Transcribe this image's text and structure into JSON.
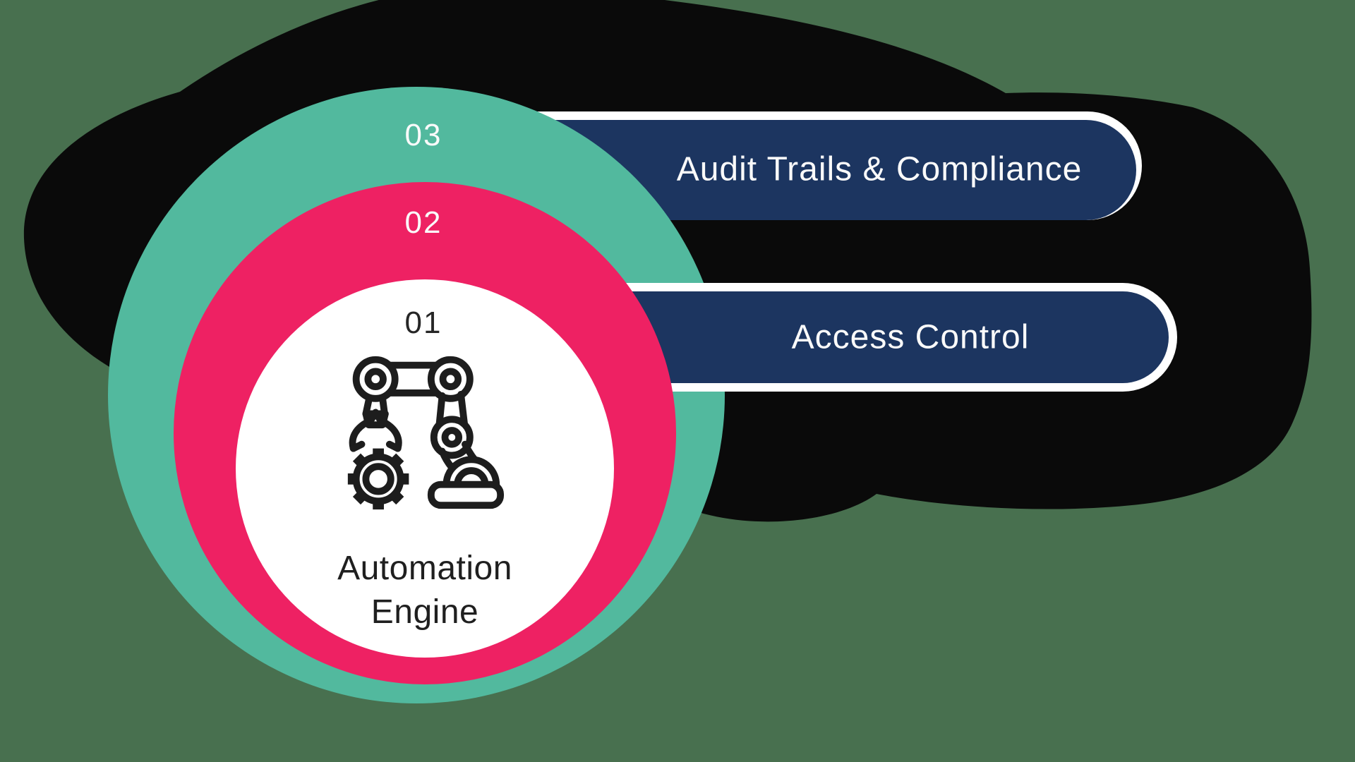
{
  "canvas": {
    "background_color": "#48704F",
    "blob_color": "#0A0A0A"
  },
  "diagram": {
    "rings": [
      {
        "number": "03",
        "color": "#52B99E"
      },
      {
        "number": "02",
        "color": "#EE2163"
      },
      {
        "number": "01",
        "color": "#FFFFFF"
      }
    ],
    "core": {
      "line1": "Automation",
      "line2": "Engine",
      "icon": "robot-arm-gear-icon"
    },
    "banners": [
      {
        "label": "Audit Trails & Compliance",
        "color": "#1C3560",
        "text_color": "#FFFFFF"
      },
      {
        "label": "Access Control",
        "color": "#1C3560",
        "text_color": "#FFFFFF"
      }
    ]
  }
}
